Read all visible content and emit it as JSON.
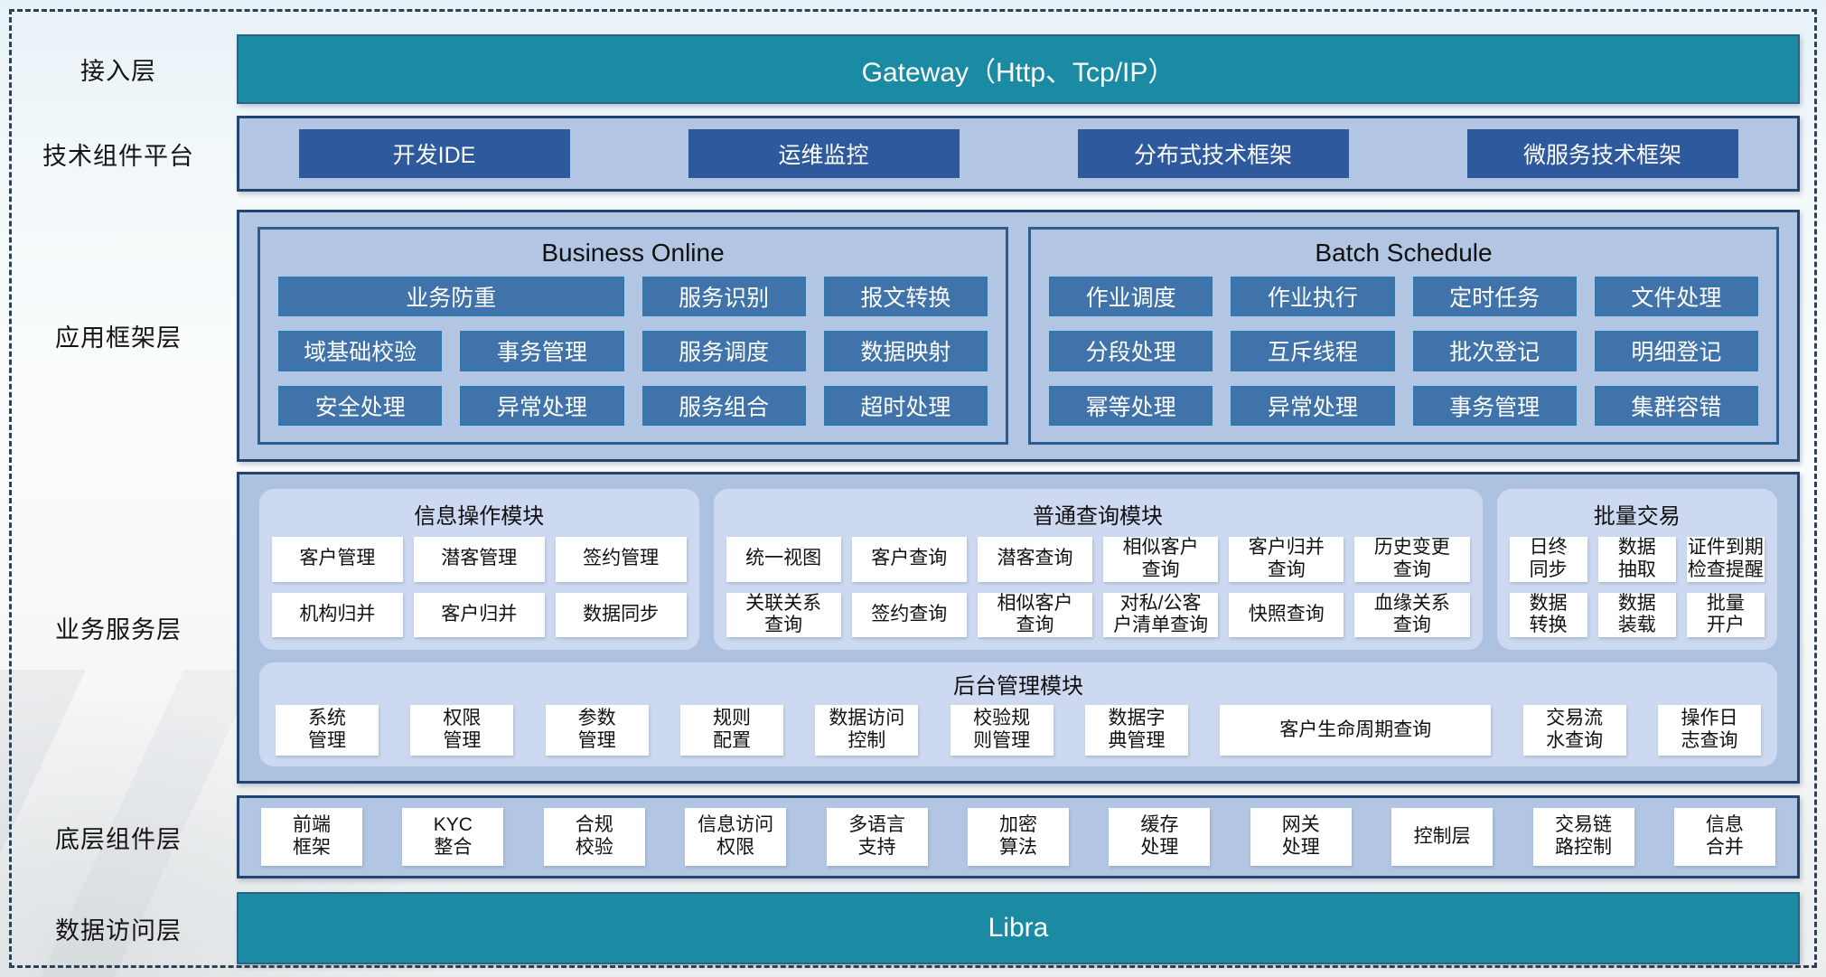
{
  "palette": {
    "teal_bar": "#1b8aa3",
    "panel_blue": "#b2c6e3",
    "service_panel_blue": "#adc1e0",
    "module_panel_blue": "#cdd9f0",
    "tech_button_navy": "#2e599c",
    "framework_block_blue": "#3f73a9",
    "framework_block_border": "#2d7ab3",
    "panel_border_navy": "#22446f",
    "cell_white": "#ffffff",
    "dashed_frame": "#2e4154"
  },
  "layers": {
    "access": {
      "label": "接入层",
      "gateway": "Gateway（Http、Tcp/IP）"
    },
    "tech": {
      "label": "技术组件平台",
      "items": [
        "开发IDE",
        "运维监控",
        "分布式技术框架",
        "微服务技术框架"
      ]
    },
    "appframe": {
      "label": "应用框架层",
      "groups": [
        {
          "title": "Business Online",
          "cells": [
            "业务防重",
            "服务识别",
            "报文转换",
            "域基础校验",
            "事务管理",
            "服务调度",
            "数据映射",
            "安全处理",
            "异常处理",
            "服务组合",
            "超时处理"
          ]
        },
        {
          "title": "Batch Schedule",
          "cells": [
            "作业调度",
            "作业执行",
            "定时任务",
            "文件处理",
            "分段处理",
            "互斥线程",
            "批次登记",
            "明细登记",
            "幂等处理",
            "异常处理",
            "事务管理",
            "集群容错"
          ]
        }
      ]
    },
    "bizservice": {
      "label": "业务服务层",
      "modules": [
        {
          "title": "信息操作模块",
          "cells": [
            "客户管理",
            "潜客管理",
            "签约管理",
            "机构归并",
            "客户归并",
            "数据同步"
          ]
        },
        {
          "title": "普通查询模块",
          "cells": [
            "统一视图",
            "客户查询",
            "潜客查询",
            "相似客户\n查询",
            "客户归并\n查询",
            "历史变更\n查询",
            "关联关系\n查询",
            "签约查询",
            "相似客户\n查询",
            "对私/公客\n户清单查询",
            "快照查询",
            "血缘关系\n查询"
          ]
        },
        {
          "title": "批量交易",
          "cells": [
            "日终\n同步",
            "数据\n抽取",
            "证件到期\n检查提醒",
            "数据\n转换",
            "数据\n装载",
            "批量\n开户"
          ]
        }
      ],
      "admin": {
        "title": "后台管理模块",
        "cells": [
          "系统\n管理",
          "权限\n管理",
          "参数\n管理",
          "规则\n配置",
          "数据访问\n控制",
          "校验规\n则管理",
          "数据字\n典管理",
          "客户生命周期查询",
          "交易流\n水查询",
          "操作日\n志查询"
        ]
      }
    },
    "bottomcomp": {
      "label": "底层组件层",
      "cells": [
        "前端\n框架",
        "KYC\n整合",
        "合规\n校验",
        "信息访问\n权限",
        "多语言\n支持",
        "加密\n算法",
        "缓存\n处理",
        "网关\n处理",
        "控制层",
        "交易链\n路控制",
        "信息\n合并"
      ]
    },
    "dataaccess": {
      "label": "数据访问层",
      "bar": "Libra"
    }
  }
}
